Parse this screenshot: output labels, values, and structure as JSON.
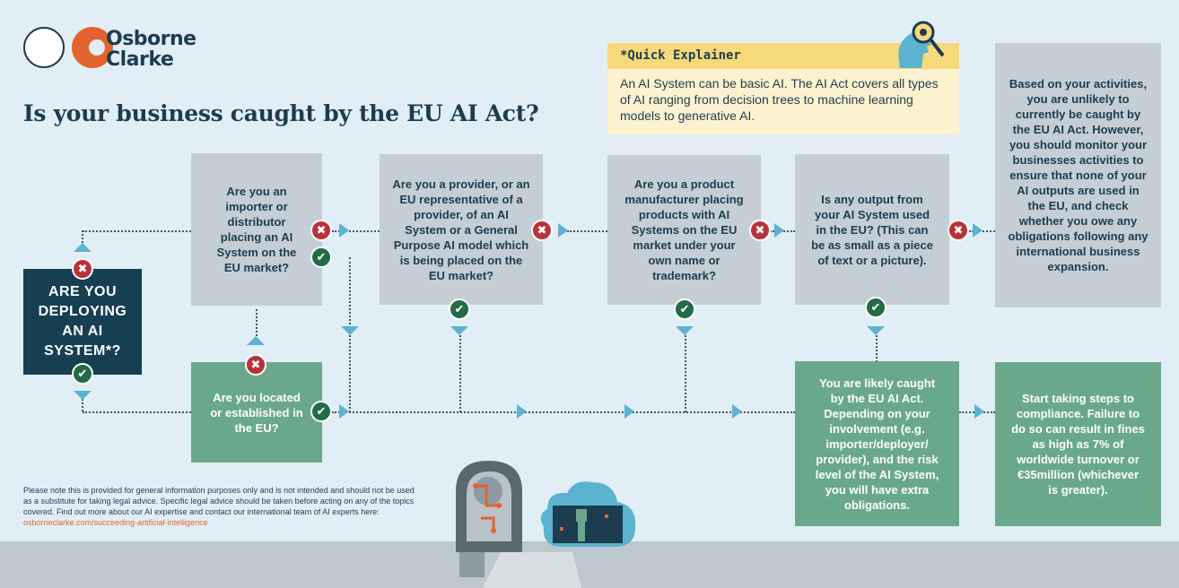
{
  "brand": {
    "line1": "Osborne",
    "line2": "Clarke"
  },
  "title": "Is your business caught by the EU AI Act?",
  "explainer": {
    "heading": "*Quick Explainer",
    "body": "An AI System can be basic AI. The AI Act covers all types of AI ranging from decision trees to machine learning models to generative AI."
  },
  "start": "ARE YOU DEPLOYING AN AI SYSTEM*?",
  "questions": {
    "importer": "Are you an importer or distributor placing an AI System on the EU market?",
    "located": "Are you located or established in the EU?",
    "provider": "Are you a provider, or an EU representative of a provider, of an AI System or a General Purpose AI model which is being placed on the EU market?",
    "manufacturer": "Are you a product manufacturer placing products with AI Systems on the EU market under your own name or trademark?",
    "output": "Is any output from your AI System used in the EU? (This can be as small as a piece of text or a picture)."
  },
  "outcomes": {
    "not_caught": "Based on your activities, you are unlikely to currently be caught by the EU AI Act. However, you should monitor your businesses activities to ensure that none of your AI outputs are used in the EU, and check whether you owe any obligations following any international business expansion.",
    "caught": "You are likely caught by the EU AI Act. Depending on your involvement (e.g. importer/deployer/ provider), and the risk level of the AI System, you will have extra obligations.",
    "steps": "Start taking steps to compliance. Failure to do so can result in fines as high as 7% of worldwide turnover or €35million (whichever is greater)."
  },
  "icons": {
    "yes": "✔",
    "no": "✖"
  },
  "disclaimer": {
    "text": "Please note this is provided for general information purposes only and is not intended and should not be used as a substitute for taking legal advice. Specific legal advice should be taken before acting on any of the topics covered. Find out more about our AI expertise and contact our international team of AI experts here: ",
    "link": "osborneclarke.com/succeeding-artificial-intelligence"
  },
  "colors": {
    "navy": "#173f52",
    "gray_box": "#c4ced4",
    "green_box": "#6aa88c",
    "accent_orange": "#e2632d",
    "arrow": "#5bb3cf",
    "no_red": "#b8323a",
    "yes_green": "#226b47"
  }
}
